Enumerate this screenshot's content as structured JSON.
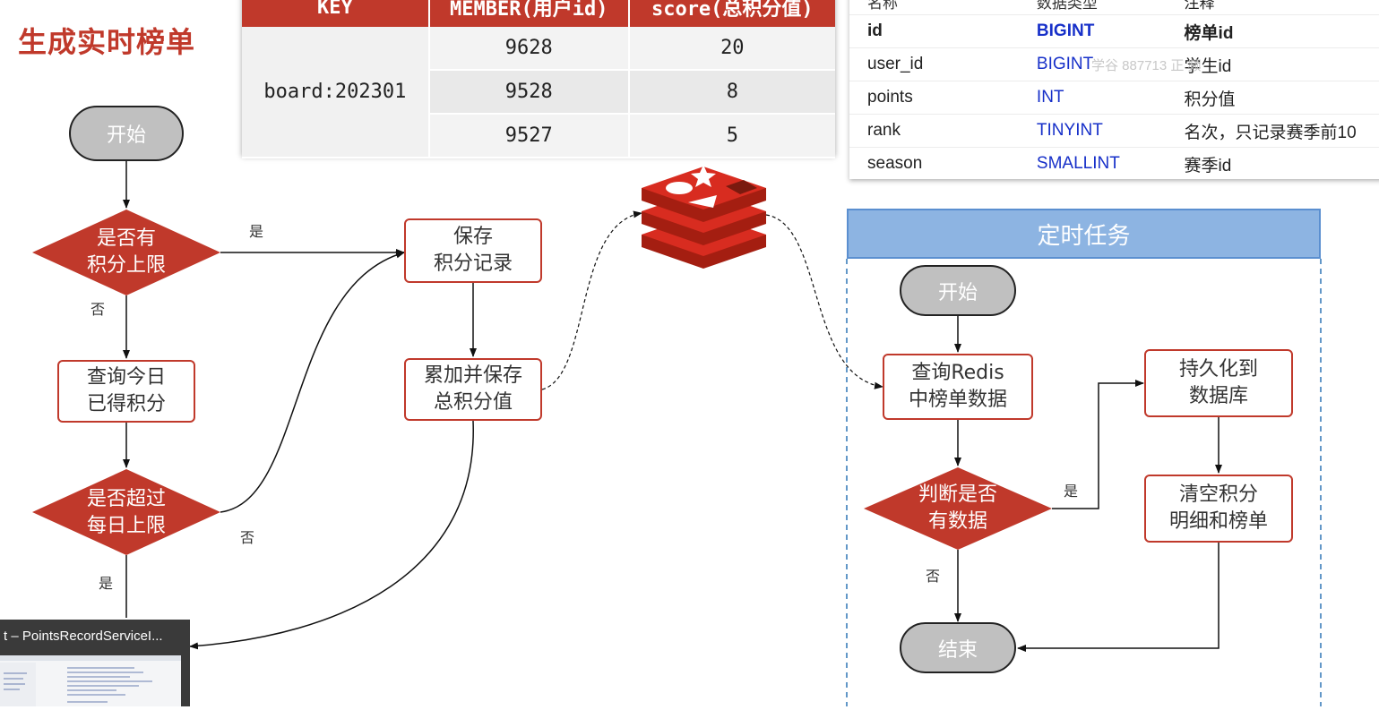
{
  "title": "生成实时榜单",
  "redis_table": {
    "headers": [
      "KEY",
      "MEMBER(用户id)",
      "score(总积分值)"
    ],
    "key": "board:202301",
    "rows": [
      {
        "member": "9628",
        "score": "20"
      },
      {
        "member": "9528",
        "score": "8"
      },
      {
        "member": "9527",
        "score": "5"
      }
    ]
  },
  "db_table": {
    "headers": [
      "名称",
      "数据类型",
      "注释"
    ],
    "rows": [
      {
        "name": "id",
        "type": "BIGINT",
        "comment": "榜单id"
      },
      {
        "name": "user_id",
        "type": "BIGINT",
        "comment": "学生id"
      },
      {
        "name": "points",
        "type": "INT",
        "comment": "积分值"
      },
      {
        "name": "rank",
        "type": "TINYINT",
        "comment": "名次，只记录赛季前10"
      },
      {
        "name": "season",
        "type": "SMALLINT",
        "comment": "赛季id"
      }
    ],
    "watermark": "学谷 887713 正  频"
  },
  "left_flow": {
    "start": "开始",
    "decision1": [
      "是否有",
      "积分上限"
    ],
    "yes1": "是",
    "no1": "否",
    "query_today": [
      "查询今日",
      "已得积分"
    ],
    "decision2": [
      "是否超过",
      "每日上限"
    ],
    "no2": "否",
    "yes2": "是",
    "save_record": [
      "保存",
      "积分记录"
    ],
    "accumulate": [
      "累加并保存",
      "总积分值"
    ]
  },
  "scheduled": {
    "header": "定时任务",
    "start": "开始",
    "query_redis": [
      "查询Redis",
      "中榜单数据"
    ],
    "decision": [
      "判断是否",
      "有数据"
    ],
    "yes": "是",
    "no": "否",
    "persist": [
      "持久化到",
      "数据库"
    ],
    "clear": [
      "清空积分",
      "明细和榜单"
    ],
    "end": "结束"
  },
  "thumbnail": {
    "title": "t – PointsRecordServiceI..."
  },
  "colors": {
    "accent_red": "#c0392b",
    "task_blue": "#8db4e2",
    "db_type_blue": "#1730c9"
  },
  "icons": [
    "redis-logo-icon"
  ]
}
